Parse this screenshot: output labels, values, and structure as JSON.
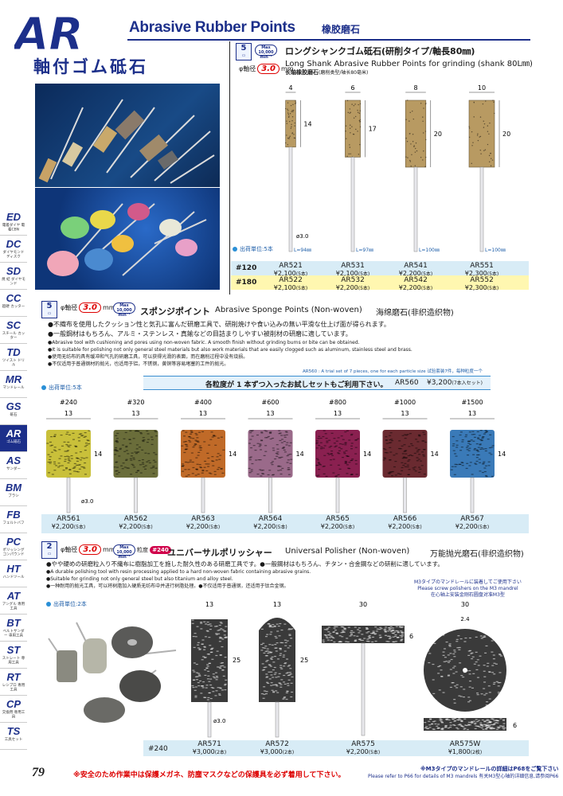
{
  "header": {
    "code": "AR",
    "title_en": "Abrasive Rubber Points",
    "title_cn": "橡胶磨石",
    "title_jp": "軸付ゴム砥石"
  },
  "sidebar": [
    {
      "code": "ED",
      "label": "電着ダイヤ 電着CBN",
      "active": false
    },
    {
      "code": "DC",
      "label": "ダイヤモンド ディスク",
      "active": false
    },
    {
      "code": "SD",
      "label": "焼 結 ダイヤモンド",
      "active": false
    },
    {
      "code": "CC",
      "label": "超硬 カッター",
      "active": false
    },
    {
      "code": "SC",
      "label": "スチール カッター",
      "active": false
    },
    {
      "code": "TD",
      "label": "ツイスト ドリル",
      "active": false
    },
    {
      "code": "MR",
      "label": "マンドレール",
      "active": false
    },
    {
      "code": "GS",
      "label": "砥石",
      "active": false
    },
    {
      "code": "AR",
      "label": "ゴム砥石",
      "active": true
    },
    {
      "code": "AS",
      "label": "サンダー",
      "active": false
    },
    {
      "code": "BM",
      "label": "ブラシ",
      "active": false
    },
    {
      "code": "FB",
      "label": "フェルトバフ",
      "active": false
    },
    {
      "code": "PC",
      "label": "ポリッシング コンパウンド",
      "active": false
    },
    {
      "code": "HT",
      "label": "ハンドツール",
      "active": false
    },
    {
      "code": "AT",
      "label": "アングル 専用工具",
      "active": false
    },
    {
      "code": "BT",
      "label": "ベルトサンダー 専用工具",
      "active": false
    },
    {
      "code": "ST",
      "label": "ストレート 専用工具",
      "active": false
    },
    {
      "code": "RT",
      "label": "レシプロ 専用工具",
      "active": false
    },
    {
      "code": "CP",
      "label": "交換用 専用工具",
      "active": false
    },
    {
      "code": "TS",
      "label": "工具セット",
      "active": false
    }
  ],
  "sec1": {
    "icon_num": "5",
    "max_rpm": "Max 10,000 min⁻¹",
    "shank_label": "φ軸径",
    "shank": "3.0",
    "shank_unit": "mm",
    "title_jp": "ロングシャンクゴム砥石(研削タイプ/軸長80㎜)",
    "title_en": "Long Shank Abrasive Rubber Points for grinding (shank 80L㎜)",
    "title_cn": "长轴橡胶磨石",
    "title_cn_small": "(磨削类型/轴长80毫米)",
    "pack": "出荷単位:5本",
    "dia_note": "ø3.0",
    "products": [
      {
        "d": "4",
        "h": "14",
        "l": "L=94㎜"
      },
      {
        "d": "6",
        "h": "17",
        "l": "L=97㎜"
      },
      {
        "d": "8",
        "h": "20",
        "l": "L=100㎜"
      },
      {
        "d": "10",
        "h": "20",
        "l": "L=100㎜"
      }
    ],
    "rows": [
      {
        "grit": "#120",
        "items": [
          {
            "code": "AR521",
            "price": "¥2,100",
            "unit": "(5本)"
          },
          {
            "code": "AR531",
            "price": "¥2,100",
            "unit": "(5本)"
          },
          {
            "code": "AR541",
            "price": "¥2,200",
            "unit": "(5本)"
          },
          {
            "code": "AR551",
            "price": "¥2,300",
            "unit": "(5本)"
          }
        ]
      },
      {
        "grit": "#180",
        "items": [
          {
            "code": "AR522",
            "price": "¥2,100",
            "unit": "(5本)"
          },
          {
            "code": "AR532",
            "price": "¥2,200",
            "unit": "(5本)"
          },
          {
            "code": "AR542",
            "price": "¥2,200",
            "unit": "(5本)"
          },
          {
            "code": "AR552",
            "price": "¥2,300",
            "unit": "(5本)"
          }
        ]
      }
    ]
  },
  "sec2": {
    "icon_num": "5",
    "max_rpm": "Max 10,000 min⁻¹",
    "shank_label": "φ軸径",
    "shank": "3.0",
    "shank_unit": "mm",
    "title_jp": "スポンジポイント",
    "title_en": "Abrasive Sponge Points (Non-woven)",
    "title_cn": "海绵磨石(非织造织物)",
    "bullets": [
      "●不織布を使用したクッション性と気孔に富んだ研磨工具で、研削焼けや食い込みの無い平滑な仕上げ面が得られます。",
      "●一般鋼材はもちろん、アルミ・ステンレス・真鍮などの目詰まりしやすい被削材の研磨に適しています。",
      "●Abrasive tool with cushioning and pores using non-woven fabric. A smooth finish without grinding burns or bite can be obtained.",
      "●It is suitable for polishing not only general steel materials but also work materials that are easily clogged such as aluminum, stainless steel and brass.",
      "●使用无纺布的具有缓冲和气孔的研磨工具，可以获得光滑的表面，而在磨削过程中没有烧损。",
      "●不仅适用于普通钢材的抛光，也适用于铝，不锈钢，黄铜等容易堵塞的工件的抛光。"
    ],
    "trial_note": "AR560 : A trial set of 7 pieces, one for each particle size  试验套装7件，每种粒度一个",
    "trial_jp": "各粒度が 1 本ずつ入ったお試しセットもご利用下さい。",
    "trial_code": "AR560",
    "trial_price": "¥3,200",
    "trial_unit": "(7本入セット)",
    "pack": "出荷単位:5本",
    "dia_note": "ø3.0",
    "products": [
      {
        "grit": "#240",
        "d": "13",
        "h": "14",
        "code": "AR561",
        "price": "¥2,200",
        "unit": "(5本)",
        "color": "#c9c03a"
      },
      {
        "grit": "#320",
        "d": "13",
        "h": "",
        "code": "AR562",
        "price": "¥2,200",
        "unit": "(5本)",
        "color": "#6a6d3a"
      },
      {
        "grit": "#400",
        "d": "13",
        "h": "14",
        "code": "AR563",
        "price": "¥2,200",
        "unit": "(5本)",
        "color": "#c06a28"
      },
      {
        "grit": "#600",
        "d": "13",
        "h": "14",
        "code": "AR564",
        "price": "¥2,200",
        "unit": "(5本)",
        "color": "#9a6a8a"
      },
      {
        "grit": "#800",
        "d": "13",
        "h": "14",
        "code": "AR565",
        "price": "¥2,200",
        "unit": "(5本)",
        "color": "#8a2050"
      },
      {
        "grit": "#1000",
        "d": "13",
        "h": "14",
        "code": "AR566",
        "price": "¥2,200",
        "unit": "(5本)",
        "color": "#6a2a30"
      },
      {
        "grit": "#1500",
        "d": "13",
        "h": "14",
        "code": "AR567",
        "price": "¥2,200",
        "unit": "(5本)",
        "color": "#3a7ab8"
      }
    ]
  },
  "sec3": {
    "icon_num": "2",
    "max_rpm": "Max 10,000 min⁻¹",
    "shank_label": "φ軸径",
    "shank": "3.0",
    "shank_unit": "mm",
    "grit_label": "粒度",
    "grit": "#240",
    "title_jp": "ユニバーサルポリッシャー",
    "title_en": "Universal Polisher (Non-woven)",
    "title_cn": "万能抛光磨石(非织造织物)",
    "bullets": [
      "●やや硬めの研磨粒入り不織布に樹脂加工を施した耐久性のある研磨工具です。●一般鋼材はもちろん、チタン・合金鋼などの研削に適しています。",
      "●A durable polishing tool with resin processing applied to a hard non-woven fabric containing abrasive grains.",
      "●Suitable for grinding not only general steel but also titanium and alloy steel.",
      "●一种耐用的抛光工具，可以将树脂加入硬质无纺布中并进行树脂处理。●不仅适用于普通钢，还适用于钛合金钢。"
    ],
    "mandrel_jp": "M3タイプのマンドレールに装着してご使用下さい",
    "mandrel_en": "Please screw polishers on the M3 mandrel",
    "mandrel_cn": "在心轴上安装金刚石圆盘对准M3型",
    "pack": "出荷単位:2本",
    "dia_note": "ø3.0",
    "grit_row": "#240",
    "products": [
      {
        "d": "13",
        "h": "25",
        "code": "AR571",
        "price": "¥3,000",
        "unit": "(2本)"
      },
      {
        "d": "13",
        "h": "25",
        "code": "AR572",
        "price": "¥3,000",
        "unit": "(2本)"
      },
      {
        "d": "30",
        "h": "6",
        "code": "AR575",
        "price": "¥2,200",
        "unit": "(5本)"
      },
      {
        "d": "30",
        "h": "6",
        "hole": "2.4",
        "code": "AR575W",
        "price": "¥1,800",
        "unit": "(2枚)"
      }
    ]
  },
  "footer": {
    "page": "79",
    "warning": "※安全のため作業中は保護メガネ、防塵マスクなどの保護具を必ず着用して下さい。",
    "note_jp": "※M3タイプのマンドレールの詳細はP68をご覧下さい",
    "note_en": "Please refer to P66 for details of M3 mandrels",
    "note_cn": "有关M3型心轴的详细信息,请参阅P66"
  }
}
